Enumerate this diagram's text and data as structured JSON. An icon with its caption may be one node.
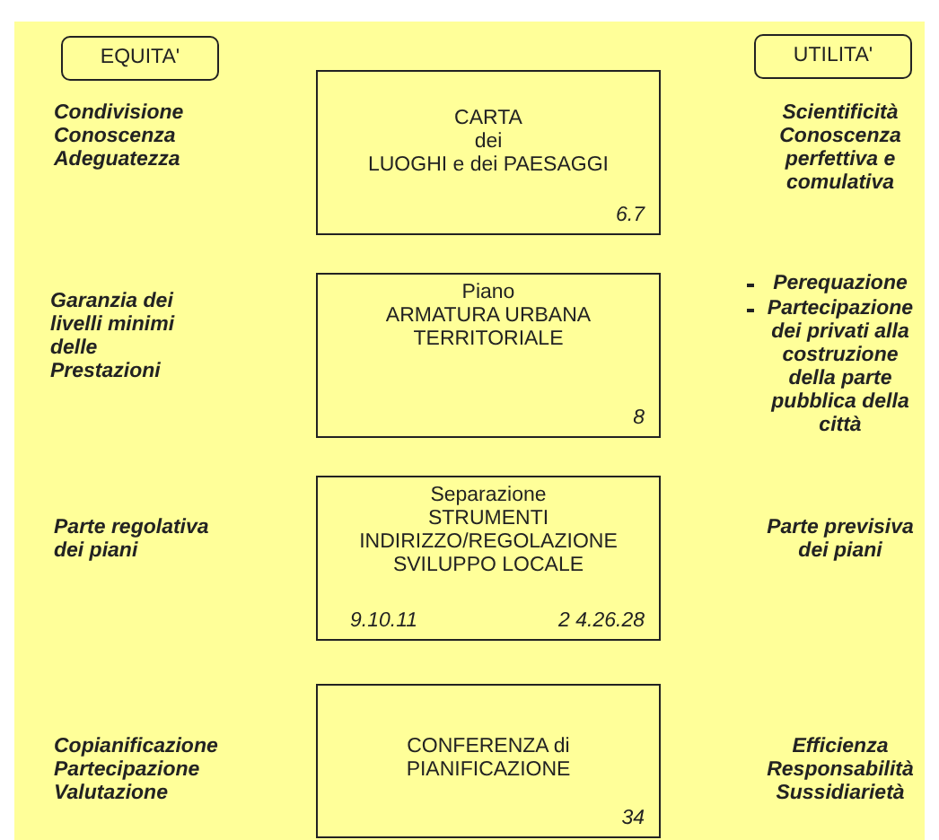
{
  "diagram": {
    "nodes": [
      {
        "text": [
          "EQUITA'"
        ]
      },
      {
        "text": [
          "UTILITA'"
        ]
      },
      {
        "text": [
          "CARTA",
          "dei",
          "LUOGHI e dei PAESAGGI",
          "6.7"
        ]
      },
      {
        "text": [
          "Piano",
          "ARMATURA URBANA TERRITORIALE",
          "8"
        ]
      },
      {
        "text": [
          "Separazione",
          "STRUMENTI INDIRIZZO/REGOLAZIONE SVILUPPO LOCALE",
          "9.10.11",
          "2 4.26.28"
        ]
      },
      {
        "text": [
          "CONFERENZA di PIANIFICAZIONE",
          "34"
        ]
      }
    ],
    "labels": [
      "Condivisione",
      "Conoscenza",
      "Adeguatezza",
      "Scientificità",
      "Conoscenza perfettiva e comulativa",
      "Garanzia dei livelli minimi delle Prestazioni",
      "Perequazione",
      "Partecipazione dei privati alla costruzione della parte pubblica della città",
      "Parte regolativa dei piani",
      "Parte previsiva dei piani",
      "Copianificazione",
      "Partecipazione",
      "Valutazione",
      "Efficienza",
      "Responsabilità",
      "Sussidiarietà"
    ]
  }
}
